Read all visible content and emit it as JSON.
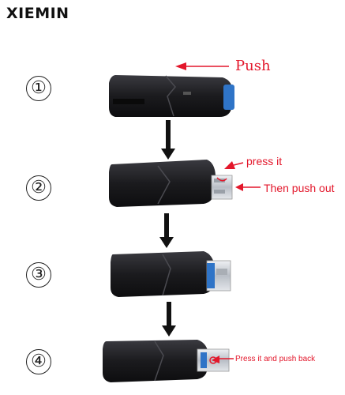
{
  "brand": {
    "logo_text": "XIEMIN"
  },
  "steps": [
    {
      "number": "①",
      "annotations": [
        "Push"
      ]
    },
    {
      "number": "②",
      "annotations": [
        "press it",
        "Then push out"
      ]
    },
    {
      "number": "③",
      "annotations": []
    },
    {
      "number": "④",
      "annotations": [
        "Press it and push back"
      ]
    }
  ],
  "colors": {
    "annotation": "#e3172b",
    "device_body": "#1b1b1e",
    "usb_blue": "#2f74c7",
    "arrow": "#111111"
  }
}
